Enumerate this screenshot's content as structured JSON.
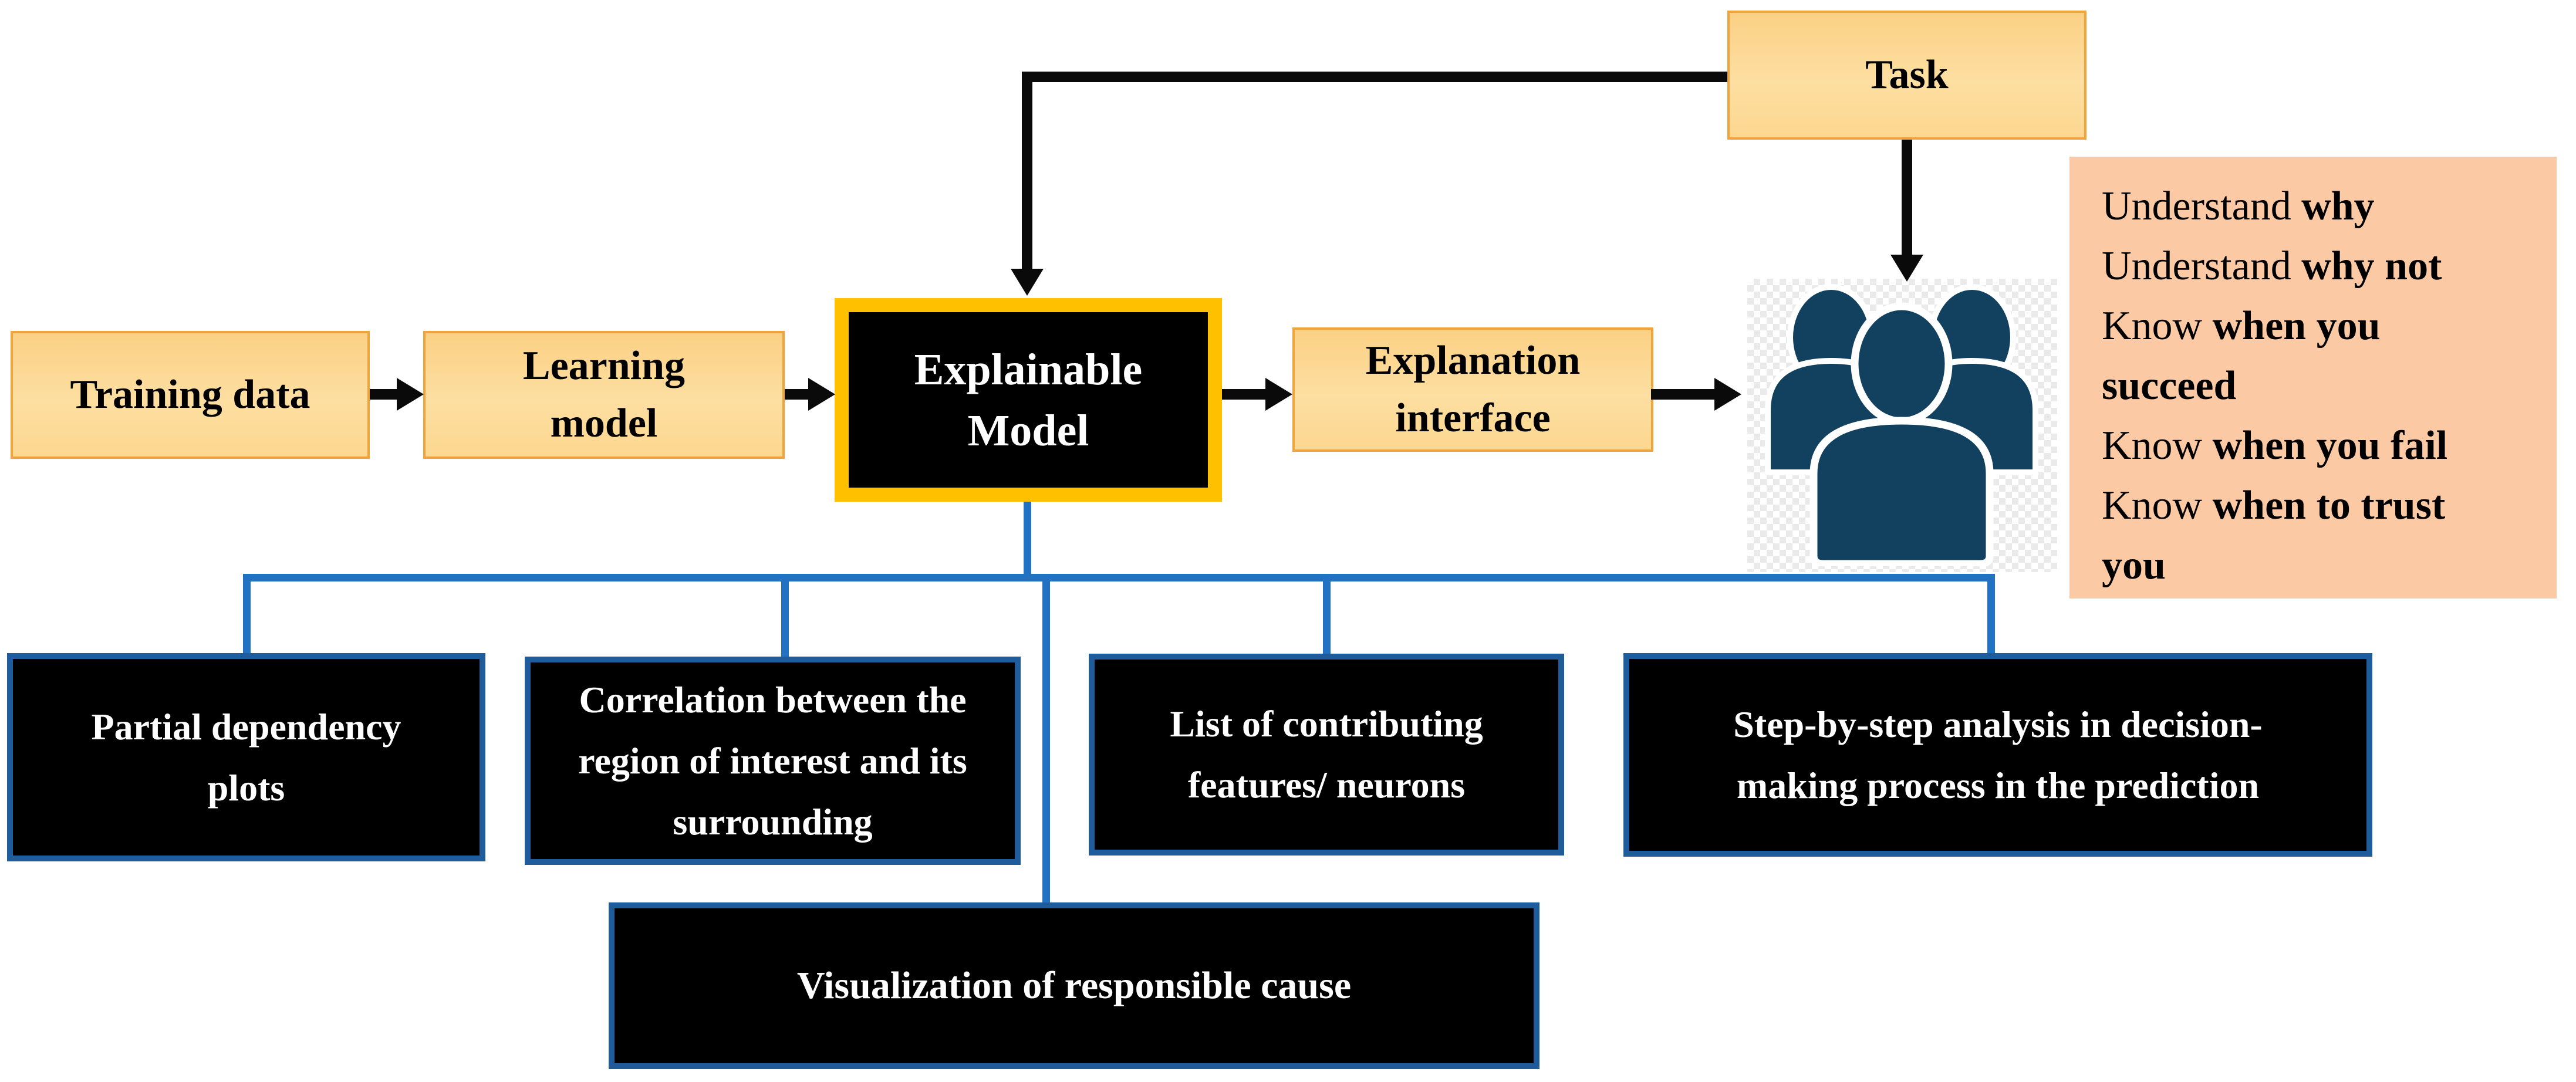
{
  "diagram_title": "Explainable model pipeline diagram",
  "nodes": {
    "training": {
      "label": "Training data"
    },
    "learning": {
      "label": "Learning model"
    },
    "explainable": {
      "label": "Explainable Model"
    },
    "explanation": {
      "label": "Explanation interface"
    },
    "task": {
      "label": "Task"
    }
  },
  "benefits": {
    "lines": [
      {
        "normal": "Understand ",
        "bold": "why"
      },
      {
        "normal": "Understand ",
        "bold": "why not"
      },
      {
        "normal": "Know ",
        "bold": "when you"
      },
      {
        "normal": "",
        "bold": "succeed"
      },
      {
        "normal": "Know ",
        "bold": "when you fail"
      },
      {
        "normal": "Know ",
        "bold": "when to trust"
      },
      {
        "normal": "",
        "bold": "you"
      }
    ]
  },
  "capabilities": {
    "partial": {
      "label": "Partial dependency plots"
    },
    "correlation": {
      "label": "Correlation between the region of interest and its surrounding"
    },
    "list": {
      "label": "List of contributing features/ neurons"
    },
    "step": {
      "label": "Step-by-step analysis in decision-making process in the prediction"
    },
    "visualization": {
      "label": "Visualization of responsible cause"
    }
  },
  "icons": {
    "people": "people-group-icon"
  },
  "colors": {
    "node_fill": "#FBD084",
    "node_border": "#EFA53C",
    "gold_frame": "#FFC000",
    "capability_border": "#1E5C9B",
    "connector_blue": "#2272C4",
    "benefits_bg": "#FBC9A4",
    "people_navy": "#12405F",
    "arrow_black": "#0A0A0A"
  }
}
